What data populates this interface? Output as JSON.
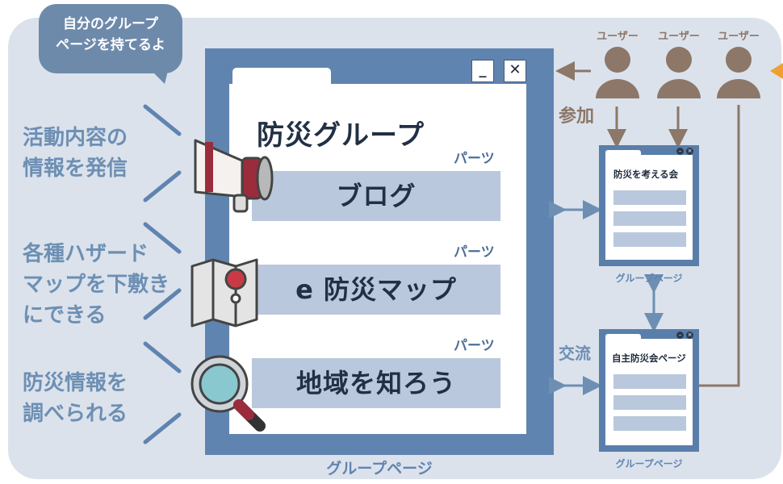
{
  "bubble": {
    "line1": "自分のグループ",
    "line2": "ページを持てるよ"
  },
  "features": [
    {
      "line1": "活動内容の",
      "line2": "情報を発信",
      "icon": "megaphone-icon"
    },
    {
      "line1": "各種ハザード",
      "line2": "マップを下敷き",
      "line3": "にできる",
      "icon": "map-pin-icon"
    },
    {
      "line1": "防災情報を",
      "line2": "調べられる",
      "icon": "magnifier-icon"
    }
  ],
  "main_window": {
    "title": "防災グループ",
    "minimize": "_",
    "close": "✕",
    "parts_label": "パーツ",
    "bars": [
      "ブログ",
      "e 防災マップ",
      "地域を知ろう"
    ],
    "footer": "グループページ"
  },
  "users": {
    "label": "ユーザー",
    "join": "参加",
    "count": 3
  },
  "connections": {
    "exchange": "交流"
  },
  "group_pages": [
    {
      "title": "防災を考える会",
      "footer": "グループページ"
    },
    {
      "title": "自主防災会ページ",
      "footer": "グループページ"
    }
  ],
  "colors": {
    "window_blue": "#6084b0",
    "bar_blue": "#b9c8dc",
    "user_brown": "#8c7768",
    "accent_orange": "#f0a030",
    "background": "#dbe2ec"
  }
}
